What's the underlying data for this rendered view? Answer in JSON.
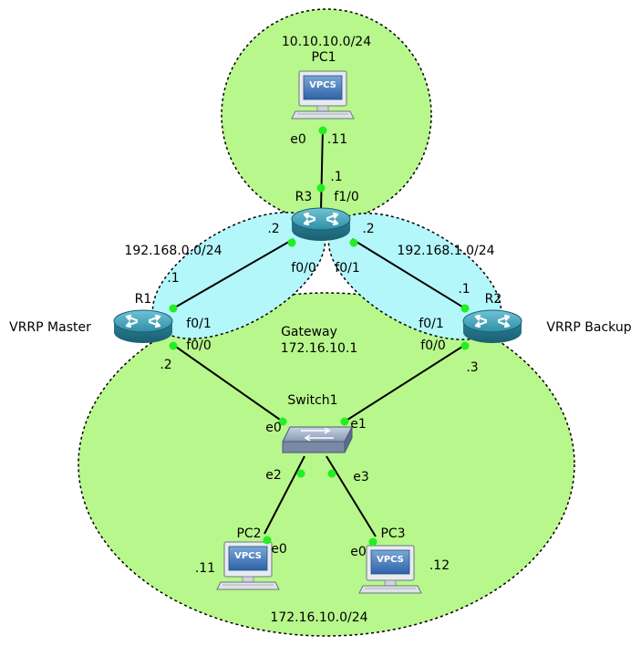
{
  "zones": {
    "pc1_subnet": "10.10.10.0/24",
    "r1_r3_subnet": "192.168.0.0/24",
    "r2_r3_subnet": "192.168.1.0/24",
    "lan_subnet": "172.16.10.0/24",
    "gateway_title": "Gateway",
    "gateway_ip": "172.16.10.1"
  },
  "devices": {
    "pc1": {
      "name": "PC1",
      "screen": "VPCS"
    },
    "pc2": {
      "name": "PC2",
      "screen": "VPCS"
    },
    "pc3": {
      "name": "PC3",
      "screen": "VPCS"
    },
    "r1": {
      "name": "R1",
      "role": "VRRP Master"
    },
    "r2": {
      "name": "R2",
      "role": "VRRP Backup"
    },
    "r3": {
      "name": "R3"
    },
    "switch1": {
      "name": "Switch1"
    }
  },
  "links": {
    "pc1_r3": {
      "pc1_if": "e0",
      "pc1_ip": ".11",
      "r3_ip": ".1",
      "r3_if": "f1/0"
    },
    "r3_r1": {
      "r3_ip": ".2",
      "r3_if": "f0/0",
      "r1_ip": ".1",
      "r1_if": "f0/1"
    },
    "r3_r2": {
      "r3_ip": ".2",
      "r3_if": "f0/1",
      "r2_ip": ".1",
      "r2_if": "f0/1"
    },
    "r1_sw": {
      "r1_if": "f0/0",
      "r1_ip": ".2",
      "sw_if": "e0"
    },
    "r2_sw": {
      "r2_if": "f0/0",
      "r2_ip": ".3",
      "sw_if": "e1"
    },
    "sw_pc2": {
      "sw_if": "e2",
      "pc_if": "e0",
      "pc_ip": ".11"
    },
    "sw_pc3": {
      "sw_if": "e3",
      "pc_if": "e0",
      "pc_ip": ".12"
    }
  },
  "colors": {
    "green_zone": "#b8f78c",
    "cyan_zone": "#b3f7fb",
    "router": "#3e9db2",
    "port_dot": "#22ee22",
    "link": "#000000"
  }
}
